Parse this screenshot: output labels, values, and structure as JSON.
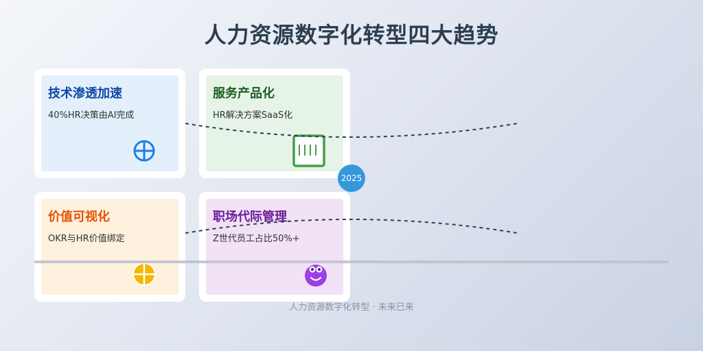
{
  "title": "人力资源数字化转型四大趋势",
  "cards": [
    {
      "title": "技术渗透加速",
      "desc": "40%HR决策由AI完成",
      "icon": "globe-icon",
      "bg": "#e3f0fc",
      "accent": "#0d47a1",
      "icon_color": "#1e7ce8"
    },
    {
      "title": "服务产品化",
      "desc": "HR解决方案SaaS化",
      "icon": "product-box-icon",
      "bg": "#e6f4e8",
      "accent": "#1b5e20",
      "icon_color": "#43a047"
    },
    {
      "title": "价值可视化",
      "desc": "OKR与HR价值绑定",
      "icon": "pie-chart-icon",
      "bg": "#fdf1dd",
      "accent": "#e65100",
      "icon_color": "#f5b800"
    },
    {
      "title": "职场代际管理",
      "desc": "Z世代员工占比50%+",
      "icon": "smiley-face-icon",
      "bg": "#f1e2f5",
      "accent": "#6a1b9a",
      "icon_color": "#9c3fe6"
    }
  ],
  "year_badge": "2025",
  "footer": "人力资源数字化转型 · 未来已来",
  "colors": {
    "title": "#2c3e50",
    "badge": "#3498db",
    "dash_line": "#2c3e50",
    "axis_line": "#bdc3cd"
  }
}
